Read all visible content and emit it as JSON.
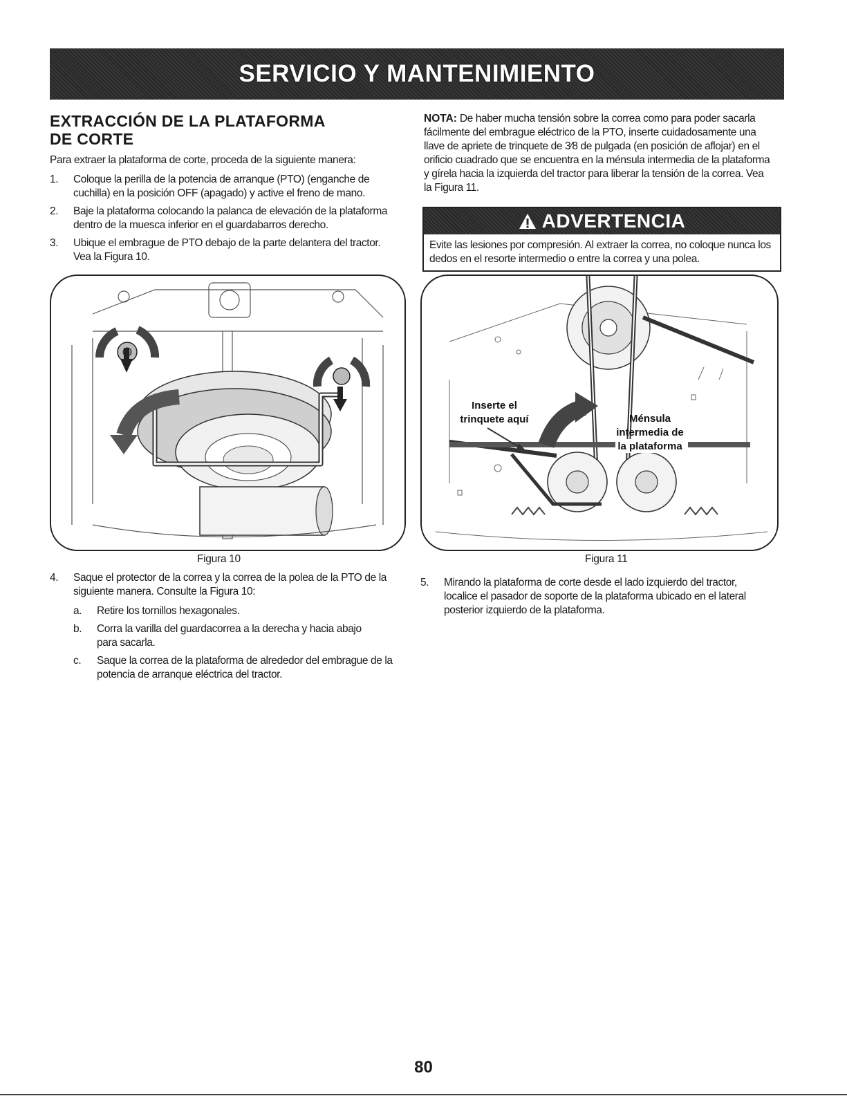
{
  "header": {
    "title": "SERVICIO Y MANTENIMIENTO"
  },
  "left": {
    "section_title_line1": "EXTRACCIÓN DE LA PLATAFORMA",
    "section_title_line2": "DE CORTE",
    "intro": "Para extraer la plataforma de corte, proceda de la siguiente manera:",
    "steps": [
      {
        "num": "1.",
        "lines": [
          "Coloque la perilla de la potencia de arranque (PTO) (enganche de",
          "cuchilla) en la posición OFF (apagado) y active el freno de mano."
        ]
      },
      {
        "num": "2.",
        "lines": [
          "Baje la plataforma colocando la palanca de elevación de la plataforma",
          "dentro de la muesca inferior en el guardabarros derecho."
        ]
      },
      {
        "num": "3.",
        "lines": [
          "Ubique el embrague de PTO debajo de la parte delantera del tractor.",
          "Vea la Figura 10."
        ]
      }
    ],
    "figure_caption": "Figura 10",
    "step4": {
      "num": "4.",
      "lines": [
        "Saque el protector de la correa y la correa de la polea de la PTO de la",
        "siguiente manera. Consulte la Figura 10:"
      ]
    },
    "substeps": [
      {
        "num": "a.",
        "lines": [
          "Retire los tornillos hexagonales."
        ]
      },
      {
        "num": "b.",
        "lines": [
          "Corra la varilla del guardacorrea a la derecha y hacia abajo",
          "para sacarla."
        ]
      },
      {
        "num": "c.",
        "lines": [
          "Saque la correa de la plataforma de alrededor del embrague de la",
          "potencia de arranque eléctrica del tractor."
        ]
      }
    ]
  },
  "right": {
    "nota_label": "NOTA:",
    "nota_lines": [
      " De haber mucha tensión sobre la correa como para poder sacarla",
      "fácilmente del embrague eléctrico de la PTO, inserte cuidadosamente una",
      "llave de apriete de trinquete de 3⁄8 de pulgada (en posición de aflojar) en el",
      "orificio cuadrado que se encuentra en la ménsula intermedia de la plataforma",
      "y gírela hacia la izquierda del tractor para liberar la tensión de la correa. Vea",
      "la Figura 11."
    ],
    "warning": {
      "title": "ADVERTENCIA",
      "lines": [
        "Evite las lesiones por compresión. Al extraer la correa, no coloque nunca los",
        "dedos en el resorte intermedio o entre la correa y una polea."
      ]
    },
    "figure_labels": {
      "insert_line1": "Inserte el",
      "insert_line2": "trinquete aquí",
      "bracket_line1": "Ménsula",
      "bracket_line2": "intermedia de",
      "bracket_line3": "la plataforma"
    },
    "figure_caption": "Figura 11",
    "step5": {
      "num": "5.",
      "lines": [
        "Mirando la plataforma de corte desde el lado izquierdo del tractor,",
        "localice el pasador de soporte de la plataforma ubicado en el lateral",
        "posterior izquierdo de la plataforma."
      ]
    }
  },
  "footer": {
    "page_number": "80"
  }
}
